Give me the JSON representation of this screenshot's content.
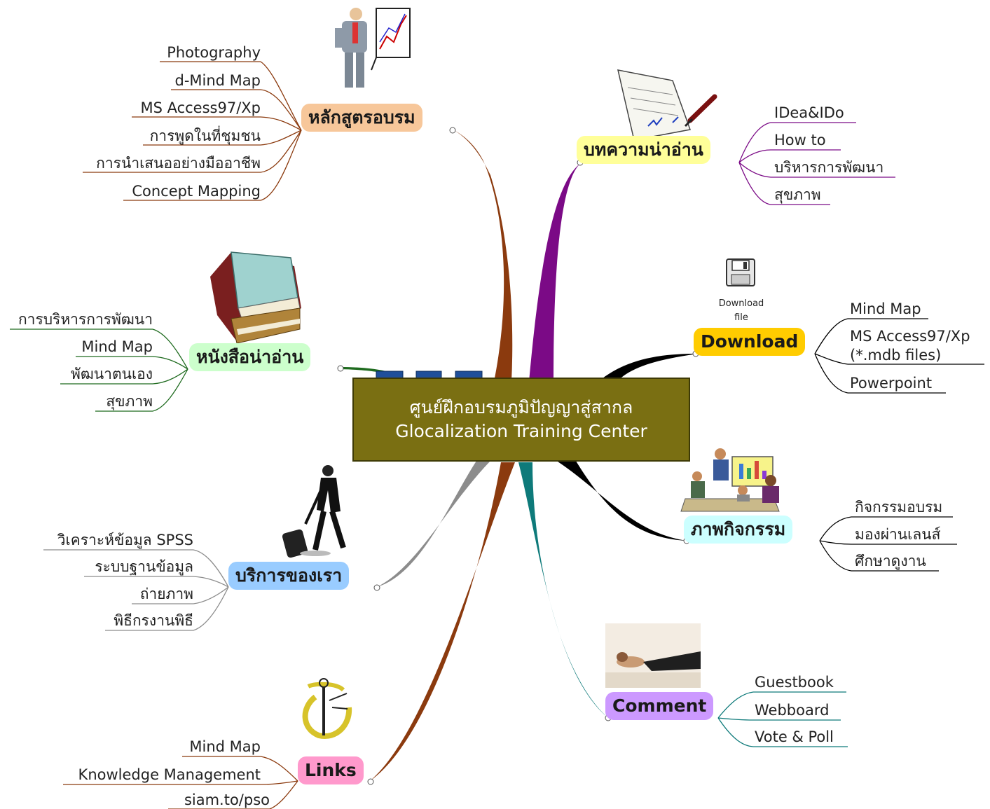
{
  "center": {
    "line1": "ศูนย์ฝึกอบรมภูมิปัญญาสู่สากล",
    "line2": "Glocalization Training Center",
    "color": "#7a6f12"
  },
  "branches": {
    "courses": {
      "title": "หลักสูตรอบรม",
      "color": "#f7c79a",
      "line_color": "#8b3a0e",
      "items": [
        "Photography",
        "d-Mind Map",
        "MS Access97/Xp",
        "การพูดในที่ชุมชน",
        "การนำเสนออย่างมืออาชีพ",
        "Concept Mapping"
      ]
    },
    "articles": {
      "title": "บทความน่าอ่าน",
      "color": "#ffff99",
      "line_color": "#7b0a86",
      "items": [
        "IDea&IDo",
        "How to",
        "บริหารการพัฒนา",
        "สุขภาพ"
      ]
    },
    "books": {
      "title": "หนังสือน่าอ่าน",
      "color": "#ccffcc",
      "line_color": "#1f6b1f",
      "items": [
        "การบริหารการพัฒนา",
        "Mind Map",
        "พัฒนาตนเอง",
        "สุขภาพ"
      ]
    },
    "download": {
      "title": "Download",
      "color": "#ffcc00",
      "line_color": "#000000",
      "icon_caption_1": "Download",
      "icon_caption_2": "file",
      "items": [
        "Mind Map",
        "MS Access97/Xp",
        "(*.mdb files)",
        "Powerpoint"
      ]
    },
    "activities": {
      "title": "ภาพกิจกรรม",
      "color": "#ccffff",
      "line_color": "#000000",
      "items": [
        "กิจกรรมอบรม",
        "มองผ่านเลนส์",
        "ศึกษาดูงาน"
      ]
    },
    "services": {
      "title": "บริการของเรา",
      "color": "#99ccff",
      "line_color": "#8c8c8c",
      "items": [
        "วิเคราะห์ข้อมูล SPSS",
        "ระบบฐานข้อมูล",
        "ถ่ายภาพ",
        "พิธีกรงานพิธี"
      ]
    },
    "comment": {
      "title": "Comment",
      "color": "#cc99ff",
      "line_color": "#0e7a7a",
      "items": [
        "Guestbook",
        "Webboard",
        "Vote & Poll"
      ]
    },
    "links": {
      "title": "Links",
      "color": "#ff99cc",
      "line_color": "#8b3a0e",
      "items": [
        "Mind Map",
        "Knowledge Management",
        "siam.to/pso"
      ]
    }
  },
  "icons": [
    "presenter-icon",
    "pen-document-icon",
    "floppy-disk-icon",
    "books-icon",
    "meeting-icon",
    "traveler-icon",
    "relaxing-person-icon",
    "anchor-icon"
  ]
}
